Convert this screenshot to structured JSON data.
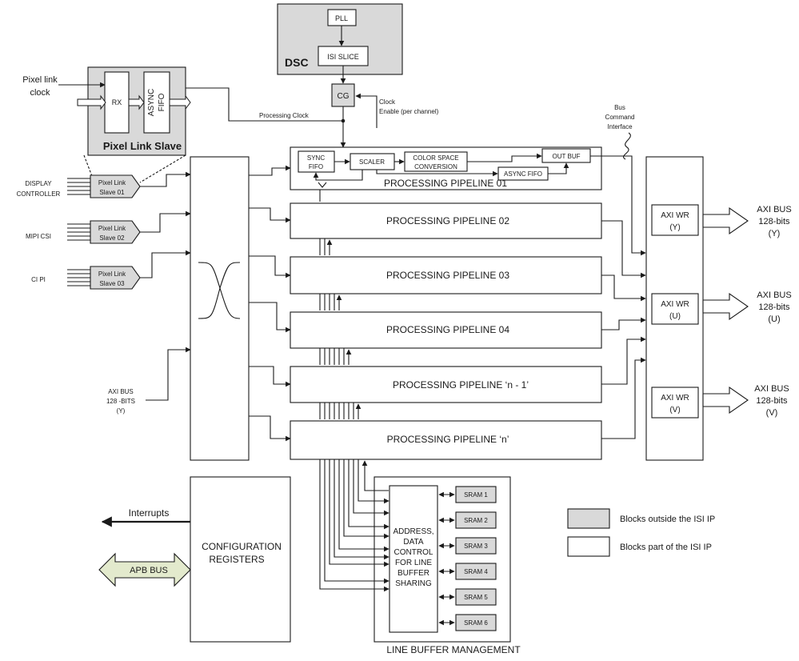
{
  "dsc": {
    "title": "DSC",
    "pll": "PLL",
    "isi_slice": "ISI SLICE"
  },
  "cg": "CG",
  "clock_enable": [
    "Clock",
    "Enable (per channel)"
  ],
  "processing_clock": "Processing Clock",
  "bus_command": [
    "Bus",
    "Command",
    "Interface"
  ],
  "pixel_link_clock": [
    "Pixel link",
    "clock"
  ],
  "pixel_link_slave": {
    "title": "Pixel Link Slave",
    "rx": "RX",
    "async": "ASYNC",
    "fifo": "FIFO"
  },
  "inputs": [
    {
      "label": [
        "DISPLAY",
        "CONTROLLER"
      ],
      "slave": [
        "Pixel Link",
        "Slave 01"
      ]
    },
    {
      "label": [
        "MIPI CSI"
      ],
      "slave": [
        "Pixel Link",
        "Slave 02"
      ]
    },
    {
      "label": [
        "CI PI"
      ],
      "slave": [
        "Pixel Link",
        "Slave 03"
      ]
    }
  ],
  "axi_in": [
    "AXI BUS",
    "128 -BITS",
    "(Y)"
  ],
  "pipeline01": {
    "sync_fifo": [
      "SYNC",
      "FIFO"
    ],
    "scaler": "SCALER",
    "csc": [
      "COLOR SPACE",
      "CONVERSION"
    ],
    "out_buf": "OUT BUF",
    "async_fifo": "ASYNC FIFO",
    "label": "PROCESSING PIPELINE 01"
  },
  "pipelines": [
    "PROCESSING PIPELINE 02",
    "PROCESSING PIPELINE 03",
    "PROCESSING PIPELINE 04",
    "PROCESSING PIPELINE ‘n - 1’",
    "PROCESSING PIPELINE ‘n’"
  ],
  "axi_wr": [
    {
      "label": [
        "AXI WR",
        "(Y)"
      ],
      "bus": [
        "AXI BUS",
        "128-bits",
        "(Y)"
      ]
    },
    {
      "label": [
        "AXI WR",
        "(U)"
      ],
      "bus": [
        "AXI BUS",
        "128-bits",
        "(U)"
      ]
    },
    {
      "label": [
        "AXI WR",
        "(V)"
      ],
      "bus": [
        "AXI BUS",
        "128-bits",
        "(V)"
      ]
    }
  ],
  "interrupts": "Interrupts",
  "apb_bus": "APB BUS",
  "config_registers": [
    "CONFIGURATION",
    "REGISTERS"
  ],
  "line_buffer": {
    "title": "LINE BUFFER MANAGEMENT",
    "control": [
      "ADDRESS,",
      "DATA",
      "CONTROL",
      "FOR LINE",
      "BUFFER",
      "SHARING"
    ],
    "srams": [
      "SRAM 1",
      "SRAM 2",
      "SRAM 3",
      "SRAM 4",
      "SRAM 5",
      "SRAM 6"
    ]
  },
  "legend": [
    {
      "label": "Blocks outside the ISI IP",
      "color": "#d9d9d9"
    },
    {
      "label": "Blocks part of the ISI IP",
      "color": "#ffffff"
    }
  ]
}
